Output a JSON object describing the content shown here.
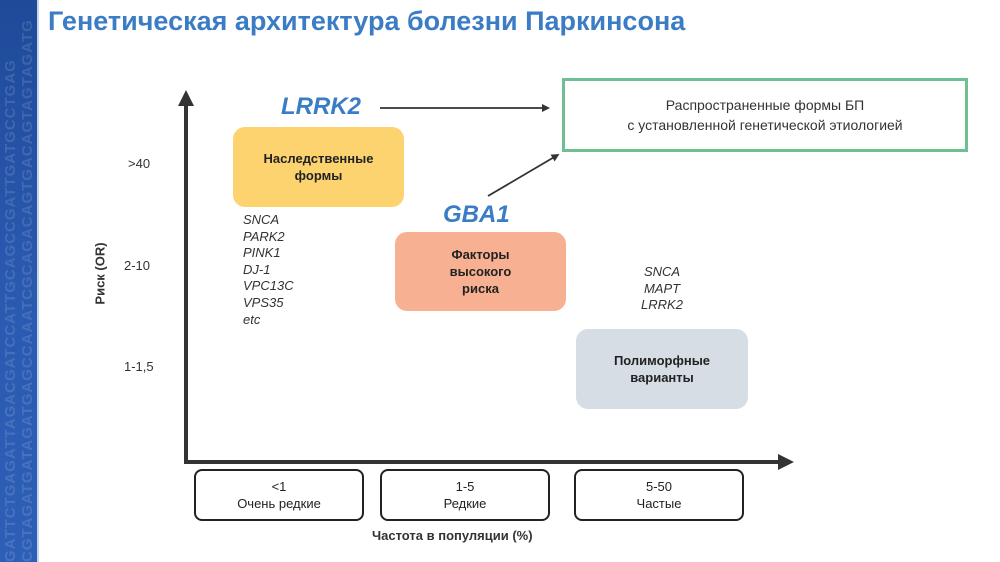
{
  "title": "Генетическая архитектура болезни Паркинсона",
  "sidebar": {
    "pattern_col1": "GATTCTGAGATTAGACGATCCATTGCAGCCGATTGATGCCTGAG",
    "pattern_col2": "CGTAGATGATAGATGAGCCAAATCGCAGACAGTGACAGTAGTAGATG"
  },
  "y_axis": {
    "label": "Риск (OR)",
    "ticks": [
      ">40",
      "2-10",
      "1-1,5"
    ]
  },
  "x_axis": {
    "label": "Частота в популяции (%)",
    "categories": [
      {
        "range": "<1",
        "name": "Очень редкие"
      },
      {
        "range": "1-5",
        "name": "Редкие"
      },
      {
        "range": "5-50",
        "name": "Частые"
      }
    ]
  },
  "boxes": {
    "hereditary": "Наследственные\nформы",
    "high_risk": "Факторы\nвысокого\nриска",
    "polymorphic": "Полиморфные\nварианты"
  },
  "gene_labels": {
    "lrrk2": "LRRK2",
    "gba1": "GBA1"
  },
  "hereditary_genes": [
    "SNCA",
    "PARK2",
    "PINK1",
    "DJ-1",
    "VPC13C",
    "VPS35",
    "etc"
  ],
  "polymorphic_genes": [
    "SNCA",
    "MAPT",
    "LRRK2"
  ],
  "target_box": "Распространенные формы БП\nс установленной генетической этиологией",
  "colors": {
    "title": "#3b7dc4",
    "hereditary": "#fdd36f",
    "high_risk": "#f7b091",
    "polymorphic": "#d6dde4",
    "target_border": "#6fbf92",
    "sidebar": "#2a59b0"
  }
}
